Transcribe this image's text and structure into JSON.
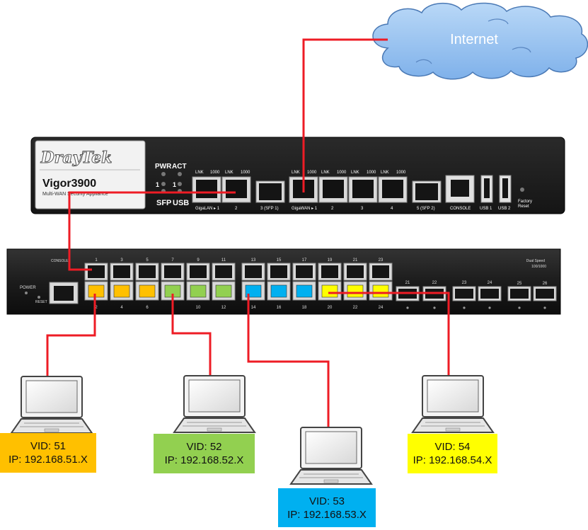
{
  "internet": {
    "label": "Internet"
  },
  "router": {
    "brand": "DrayTek",
    "model": "Vigor3900",
    "subtitle": "Multi-WAN Security Appliance",
    "led_pwr": "PWR",
    "led_act": "ACT",
    "led_sfp": "SFP",
    "led_usb": "USB",
    "led_sfp_num": "1",
    "led_usb_num": "1",
    "port_lnk": "LNK",
    "port_speed": "1000",
    "lan_label": "GigaLAN ▸ 1",
    "lan2_label": "2",
    "sfp1_label": "3 (SFP 1)",
    "wan_label": "GigaWAN ▸ 1",
    "wan2_label": "2",
    "wan3_label": "3",
    "wan4_label": "4",
    "sfp2_label": "5 (SFP 2)",
    "console_label": "CONSOLE",
    "usb1_label": "USB 1",
    "usb2_label": "USB 2",
    "factory_label": "Factory",
    "reset_label": "Reset"
  },
  "switch": {
    "power_label": "POWER",
    "reset_label": "RESET",
    "console_label": "CONSOLE",
    "top_numbers": [
      "1",
      "3",
      "5",
      "7",
      "9",
      "11",
      "13",
      "15",
      "17",
      "19",
      "21",
      "23"
    ],
    "bottom_numbers": [
      "2",
      "4",
      "6",
      "8",
      "10",
      "12",
      "14",
      "16",
      "18",
      "20",
      "22",
      "24"
    ],
    "sfp_numbers": [
      "21",
      "22",
      "23",
      "24"
    ],
    "dual_speed": "Dual Speed",
    "dual_speed_sub": "100/1000",
    "port25": "25",
    "port26": "26"
  },
  "hosts": [
    {
      "vid": "VID: 51",
      "ip": "IP: 192.168.51.X",
      "color": "#ffc000"
    },
    {
      "vid": "VID: 52",
      "ip": "IP: 192.168.52.X",
      "color": "#92d050"
    },
    {
      "vid": "VID: 53",
      "ip": "IP: 192.168.53.X",
      "color": "#00b0f0"
    },
    {
      "vid": "VID: 54",
      "ip": "IP: 192.168.54.X",
      "color": "#ffff00"
    }
  ],
  "colors": {
    "cable": "#ee1c25",
    "cloud": "#9fc5f0",
    "device": "#1a1a1a"
  }
}
